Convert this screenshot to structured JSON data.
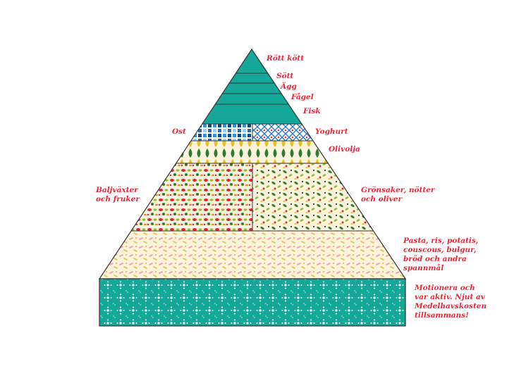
{
  "pyramid": {
    "labels": {
      "red_meat": "Rött kött",
      "sweets": "Sött",
      "eggs": "Ägg",
      "poultry": "Fågel",
      "fish": "Fisk",
      "cheese": "Ost",
      "yoghurt": "Yoghurt",
      "olive_oil": "Olivolja",
      "legumes_fruit": "Baljväxter och fruker",
      "vegetables_nuts": "Grönsaker, nötter och oliver",
      "grains": "Pasta, ris, potatis, couscous, bulgur, bröd och andra spannmål",
      "activity": "Motionera och var aktiv. Njut av Medelhavskosten tillsammans!"
    }
  },
  "colors": {
    "label_red": "#e8273a",
    "teal": "#15a89a",
    "outline": "#333333",
    "blue": "#1f6fc2",
    "green": "#2e7d32",
    "yellow": "#e6c01e",
    "orange": "#e8892a",
    "cream": "#fbf3dc"
  }
}
